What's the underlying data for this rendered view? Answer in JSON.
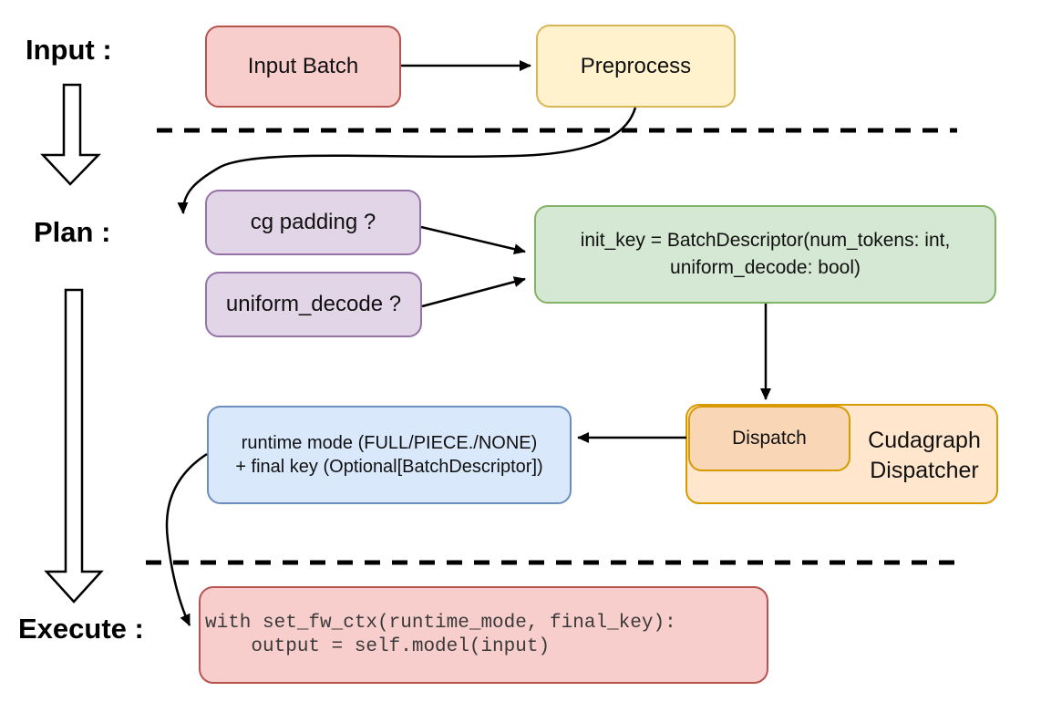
{
  "stages": {
    "input_label": "Input :",
    "plan_label": "Plan :",
    "execute_label": "Execute :"
  },
  "nodes": {
    "input_batch": {
      "label": "Input Batch"
    },
    "preprocess": {
      "label": "Preprocess"
    },
    "cg_padding": {
      "label": "cg padding ?"
    },
    "uniform_decode": {
      "label": "uniform_decode ?"
    },
    "init_key": {
      "line1": "init_key = BatchDescriptor(num_tokens: int,",
      "line2": "uniform_decode: bool)"
    },
    "dispatch": {
      "label": "Dispatch"
    },
    "cudagraph_dispatcher": {
      "line1": "Cudagraph",
      "line2": "Dispatcher"
    },
    "runtime_mode": {
      "line1": "runtime mode (FULL/PIECE./NONE)",
      "line2": "+ final key (Optional[BatchDescriptor])"
    },
    "execute_code": {
      "line1": "with set_fw_ctx(runtime_mode, final_key):",
      "line2": "    output = self.model(input)"
    }
  },
  "colors": {
    "red_fill": "#f8cecc",
    "red_border": "#b85450",
    "yellow_fill": "#fff2cc",
    "yellow_border": "#d6b656",
    "purple_fill": "#e1d5e7",
    "purple_border": "#9673a6",
    "green_fill": "#d5e8d4",
    "green_border": "#82b366",
    "orange_fill": "#ffe6cc",
    "orange_inner_fill": "#f9d6b5",
    "orange_border": "#d79b00",
    "blue_fill": "#dae8fc",
    "blue_border": "#6c8ebf",
    "arrow": "#000000",
    "code_text": "#3a3a3a"
  }
}
